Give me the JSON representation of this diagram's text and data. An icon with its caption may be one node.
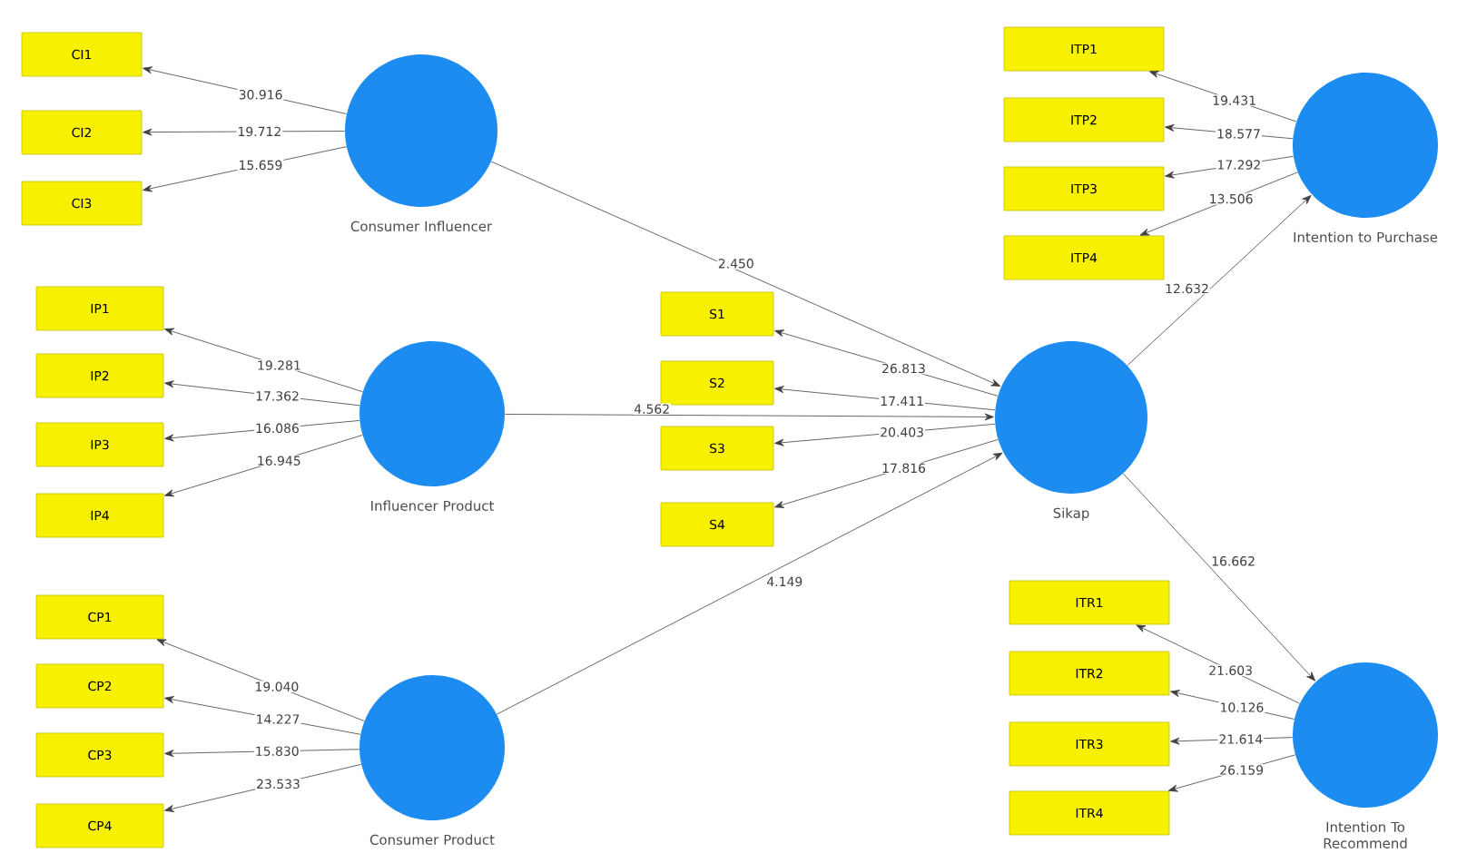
{
  "diagram": {
    "nodes": [
      {
        "text": [
          "CI1"
        ]
      },
      {
        "text": [
          "CI2"
        ]
      },
      {
        "text": [
          "CI3"
        ]
      },
      {
        "text": [
          "Consumer Influencer"
        ]
      },
      {
        "text": [
          "IP1"
        ]
      },
      {
        "text": [
          "IP2"
        ]
      },
      {
        "text": [
          "IP3"
        ]
      },
      {
        "text": [
          "IP4"
        ]
      },
      {
        "text": [
          "Influencer Product"
        ]
      },
      {
        "text": [
          "CP1"
        ]
      },
      {
        "text": [
          "CP2"
        ]
      },
      {
        "text": [
          "CP3"
        ]
      },
      {
        "text": [
          "CP4"
        ]
      },
      {
        "text": [
          "Consumer Product"
        ]
      },
      {
        "text": [
          "S1"
        ]
      },
      {
        "text": [
          "S2"
        ]
      },
      {
        "text": [
          "S3"
        ]
      },
      {
        "text": [
          "S4"
        ]
      },
      {
        "text": [
          "Sikap"
        ]
      },
      {
        "text": [
          "ITP1"
        ]
      },
      {
        "text": [
          "ITP2"
        ]
      },
      {
        "text": [
          "ITP3"
        ]
      },
      {
        "text": [
          "ITP4"
        ]
      },
      {
        "text": [
          "Intention to Purchase"
        ]
      },
      {
        "text": [
          "ITR1"
        ]
      },
      {
        "text": [
          "ITR2"
        ]
      },
      {
        "text": [
          "ITR3"
        ]
      },
      {
        "text": [
          "ITR4"
        ]
      },
      {
        "text": [
          "Intention To Recommend"
        ]
      }
    ],
    "edges": [
      {
        "from": 3,
        "to": 0,
        "arrow": "to",
        "label": "30.916"
      },
      {
        "from": 3,
        "to": 1,
        "arrow": "to",
        "label": "19.712"
      },
      {
        "from": 3,
        "to": 2,
        "arrow": "to",
        "label": "15.659"
      },
      {
        "from": 8,
        "to": 4,
        "arrow": "to",
        "label": "19.281"
      },
      {
        "from": 8,
        "to": 5,
        "arrow": "to",
        "label": "17.362"
      },
      {
        "from": 8,
        "to": 6,
        "arrow": "to",
        "label": "16.086"
      },
      {
        "from": 8,
        "to": 7,
        "arrow": "to",
        "label": "16.945"
      },
      {
        "from": 13,
        "to": 9,
        "arrow": "to",
        "label": "19.040"
      },
      {
        "from": 13,
        "to": 10,
        "arrow": "to",
        "label": "14.227"
      },
      {
        "from": 13,
        "to": 11,
        "arrow": "to",
        "label": "15.830"
      },
      {
        "from": 13,
        "to": 12,
        "arrow": "to",
        "label": "23.533"
      },
      {
        "from": 3,
        "to": 18,
        "arrow": "to",
        "label": "2.450"
      },
      {
        "from": 8,
        "to": 18,
        "arrow": "to",
        "label": "4.562"
      },
      {
        "from": 13,
        "to": 18,
        "arrow": "to",
        "label": "4.149"
      },
      {
        "from": 18,
        "to": 14,
        "arrow": "to",
        "label": "26.813"
      },
      {
        "from": 18,
        "to": 15,
        "arrow": "to",
        "label": "17.411"
      },
      {
        "from": 18,
        "to": 16,
        "arrow": "to",
        "label": "20.403"
      },
      {
        "from": 18,
        "to": 17,
        "arrow": "to",
        "label": "17.816"
      },
      {
        "from": 18,
        "to": 23,
        "arrow": "to",
        "label": "12.632"
      },
      {
        "from": 18,
        "to": 28,
        "arrow": "to",
        "label": "16.662"
      },
      {
        "from": 23,
        "to": 19,
        "arrow": "to",
        "label": "19.431"
      },
      {
        "from": 23,
        "to": 20,
        "arrow": "to",
        "label": "18.577"
      },
      {
        "from": 23,
        "to": 21,
        "arrow": "to",
        "label": "17.292"
      },
      {
        "from": 23,
        "to": 22,
        "arrow": "to",
        "label": "13.506"
      },
      {
        "from": 28,
        "to": 24,
        "arrow": "to",
        "label": "21.603"
      },
      {
        "from": 28,
        "to": 25,
        "arrow": "to",
        "label": "10.126"
      },
      {
        "from": 28,
        "to": 26,
        "arrow": "to",
        "label": "21.614"
      },
      {
        "from": 28,
        "to": 27,
        "arrow": "to",
        "label": "26.159"
      }
    ]
  }
}
